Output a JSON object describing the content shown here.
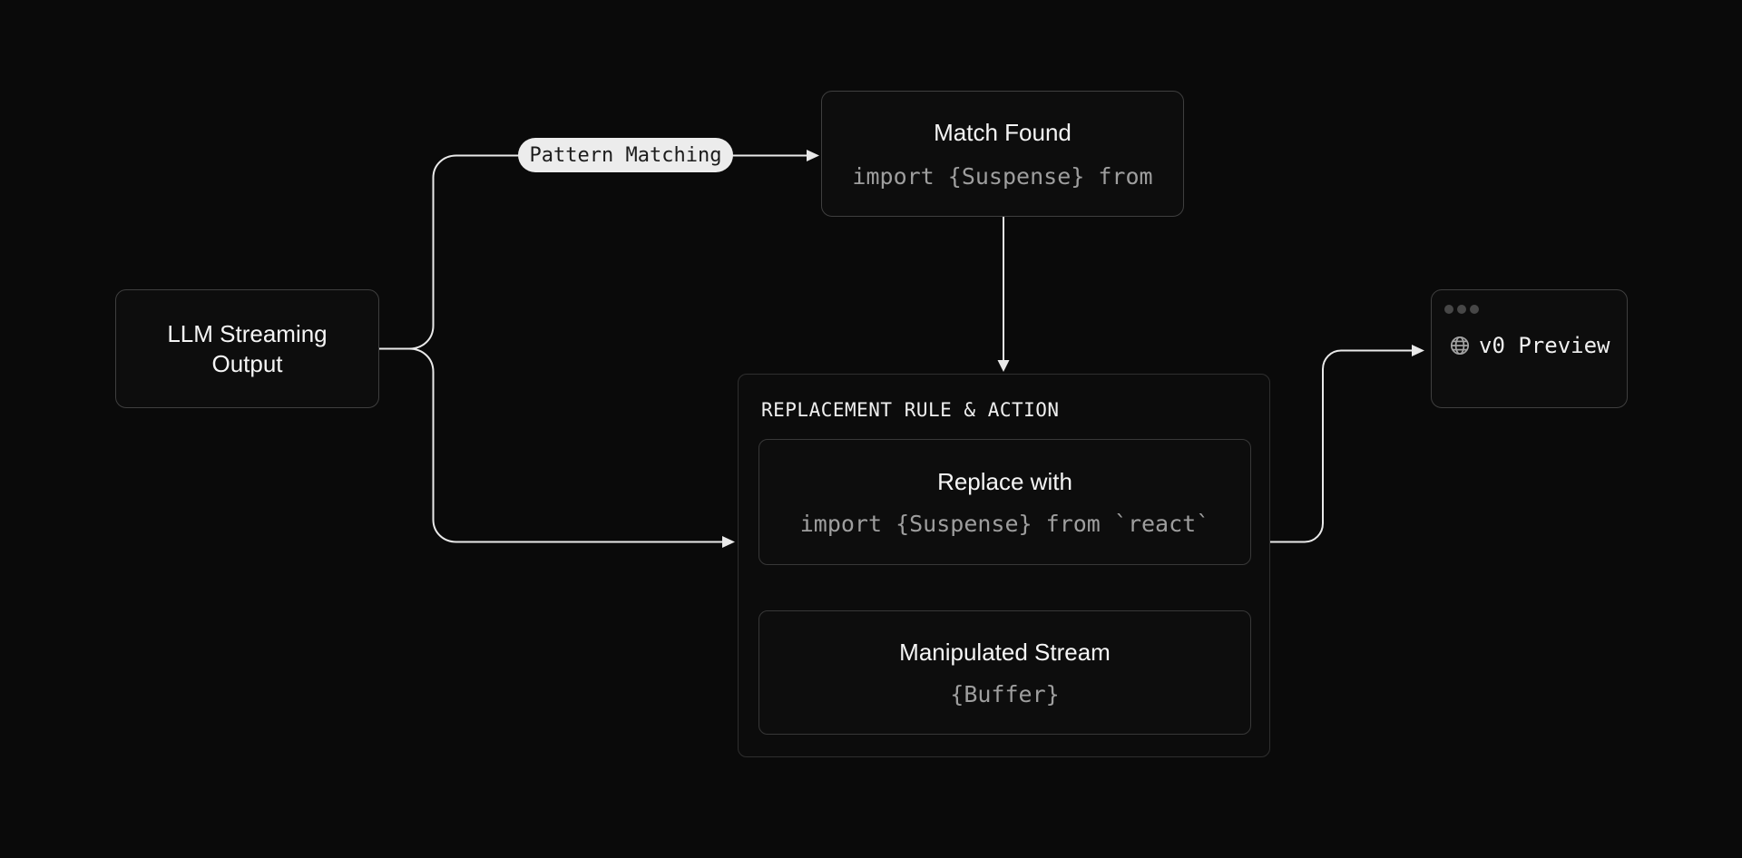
{
  "diagram": {
    "llm_node": {
      "title": "LLM Streaming Output"
    },
    "pattern_badge": {
      "label": "Pattern Matching"
    },
    "match_node": {
      "title": "Match Found",
      "code": "import {Suspense} from"
    },
    "replacement_group": {
      "header": "REPLACEMENT RULE & ACTION",
      "replace_node": {
        "title": "Replace with",
        "code": "import {Suspense} from `react`"
      },
      "stream_node": {
        "title": "Manipulated Stream",
        "code": "{Buffer}"
      }
    },
    "preview_node": {
      "title": "v0 Preview",
      "icon": "globe-icon"
    },
    "colors": {
      "background": "#0a0a0a",
      "node_border": "#3f3f3f",
      "group_border": "#2f2f2f",
      "wire": "#e9e9e9",
      "wire_dashed": "#8f8f8f",
      "title_text": "#f5f5f5",
      "code_text": "#9e9e9e",
      "badge_bg": "#ececec",
      "badge_text": "#1c1c1c",
      "window_dot": "#474747",
      "globe_icon": "#a3a3a3"
    }
  }
}
